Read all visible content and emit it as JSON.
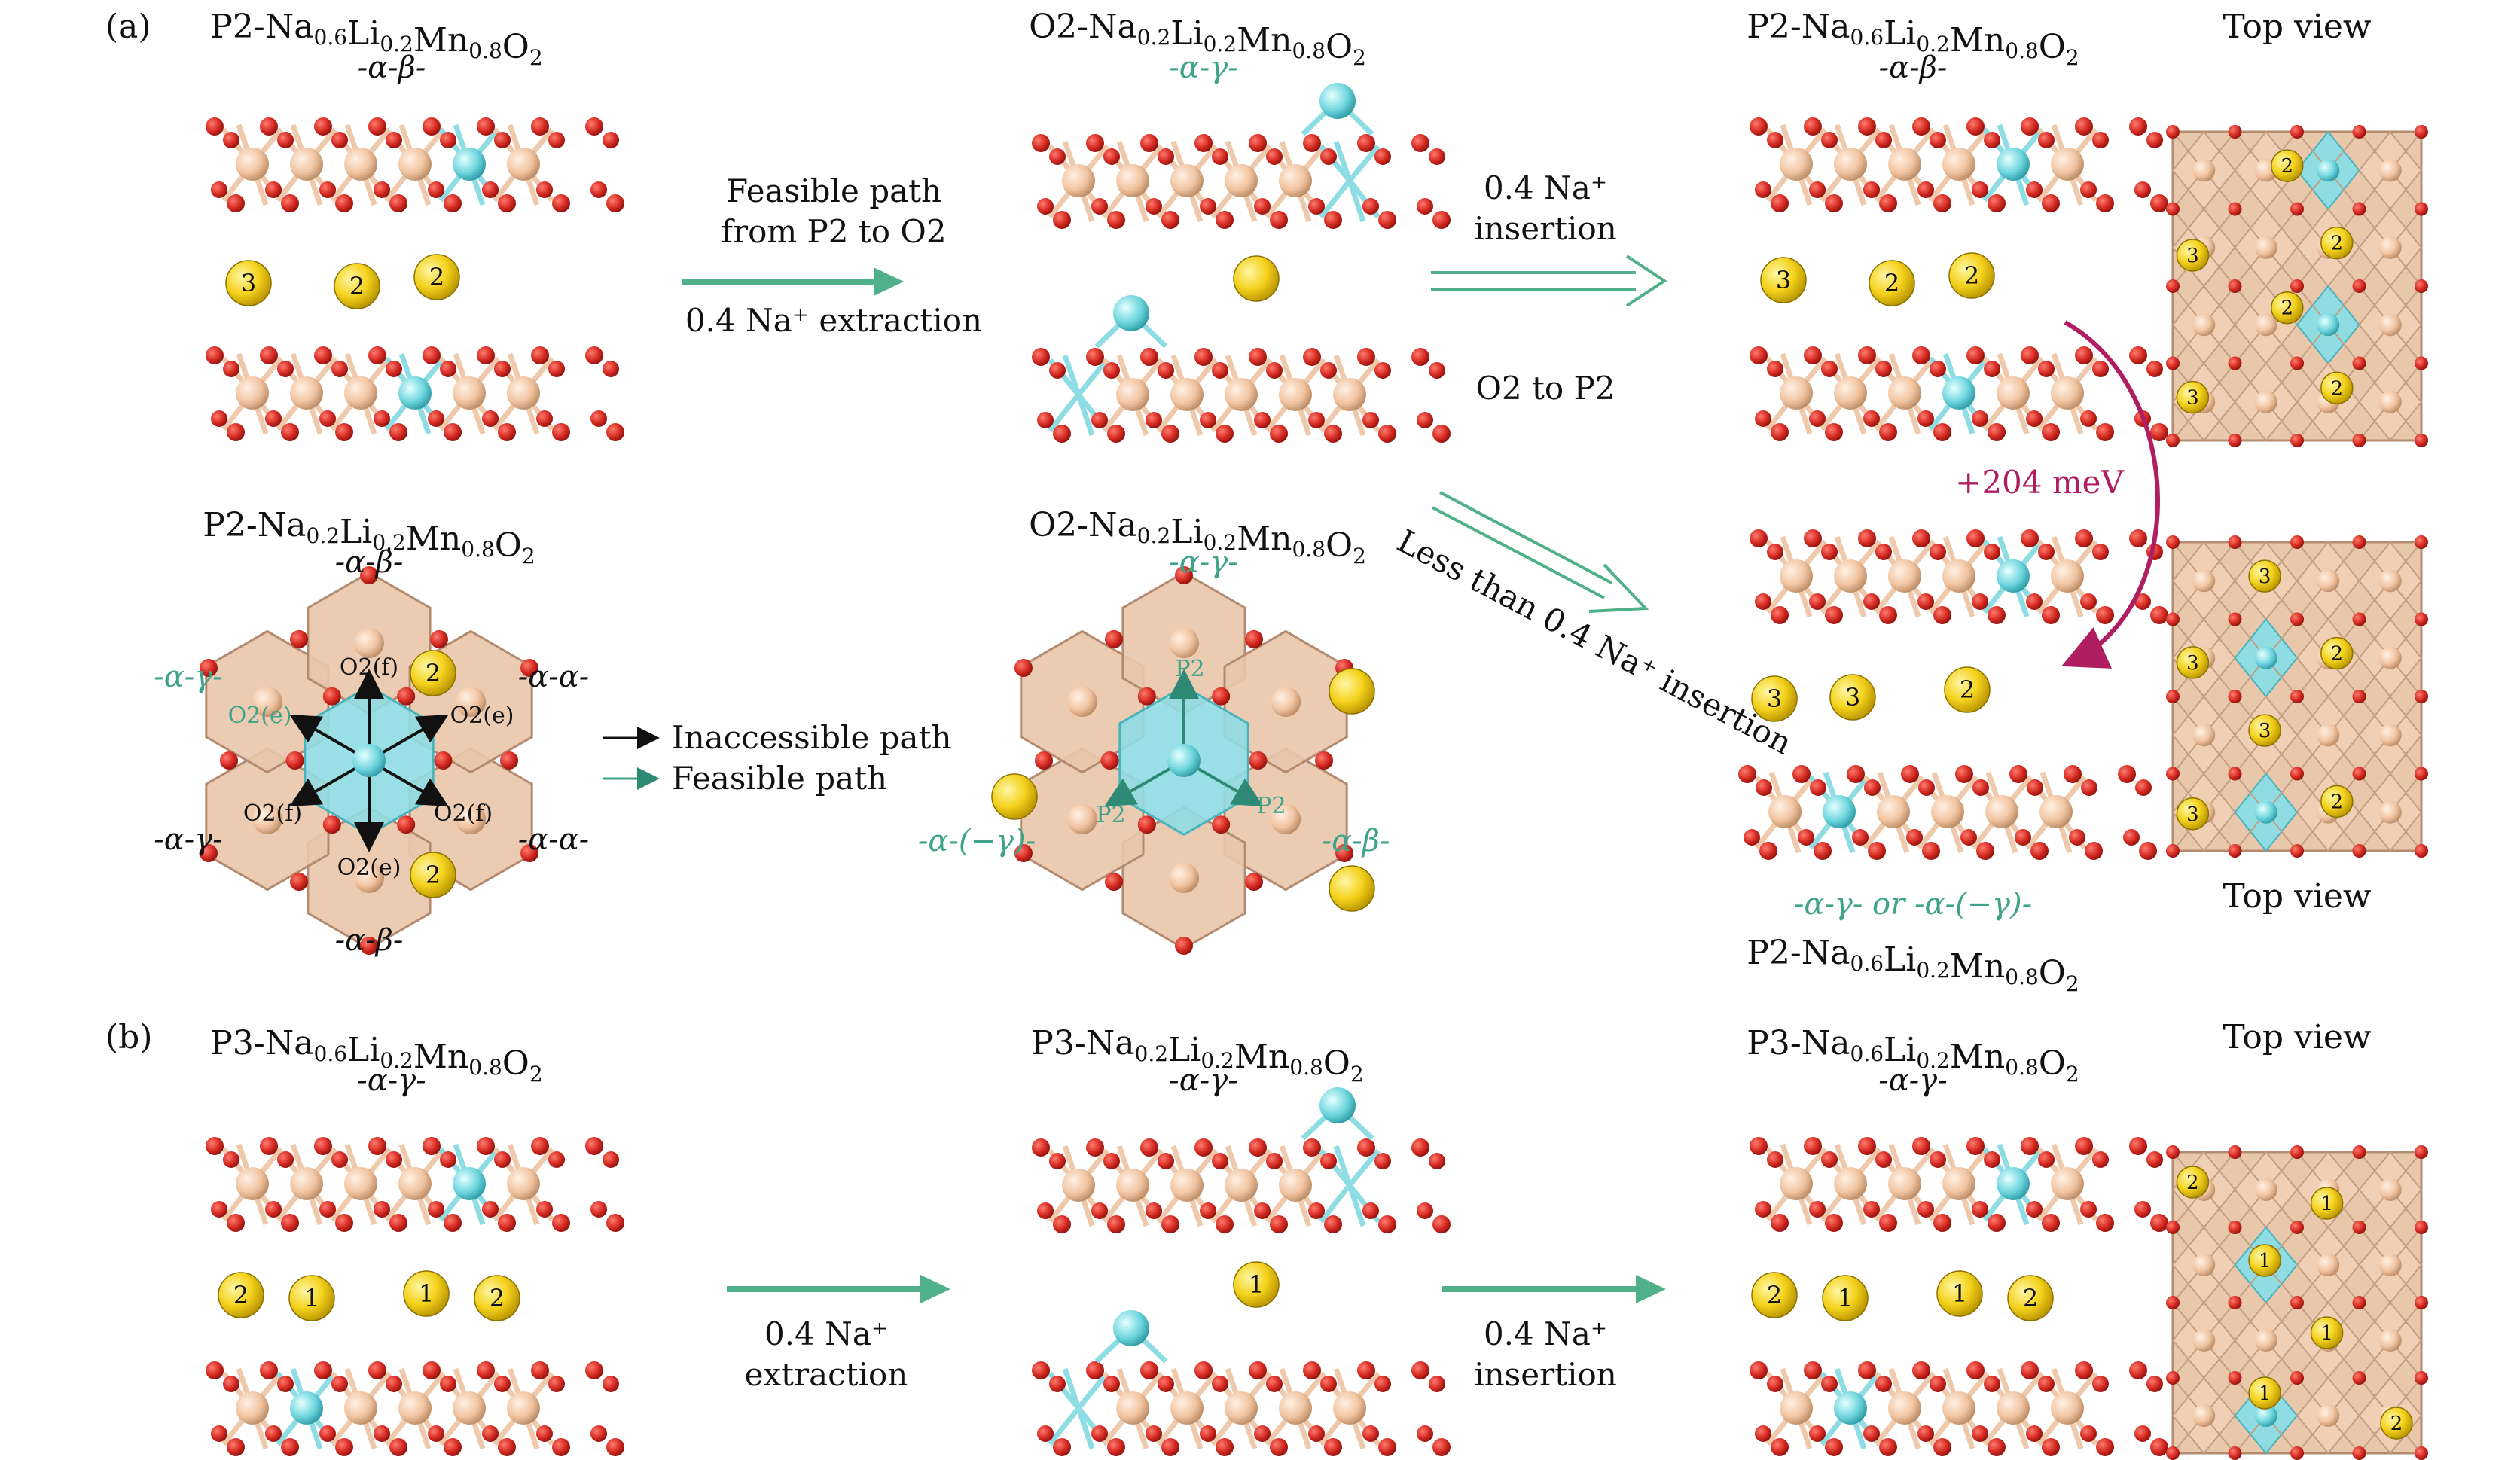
{
  "panels": {
    "a": "(a)",
    "b": "(b)"
  },
  "titles": {
    "a_left": {
      "base": "P2-Na",
      "s1": "0.6",
      "m1": "Li",
      "s2": "0.2",
      "m2": "Mn",
      "s3": "0.8",
      "m3": "O",
      "s4": "2"
    },
    "a_mid": {
      "base": "O2-Na",
      "s1": "0.2",
      "m1": "Li",
      "s2": "0.2",
      "m2": "Mn",
      "s3": "0.8",
      "m3": "O",
      "s4": "2"
    },
    "a_right": {
      "base": "P2-Na",
      "s1": "0.6",
      "m1": "Li",
      "s2": "0.2",
      "m2": "Mn",
      "s3": "0.8",
      "m3": "O",
      "s4": "2"
    },
    "a_left2": {
      "base": "P2-Na",
      "s1": "0.2",
      "m1": "Li",
      "s2": "0.2",
      "m2": "Mn",
      "s3": "0.8",
      "m3": "O",
      "s4": "2"
    },
    "a_mid2": {
      "base": "O2-Na",
      "s1": "0.2",
      "m1": "Li",
      "s2": "0.2",
      "m2": "Mn",
      "s3": "0.8",
      "m3": "O",
      "s4": "2"
    },
    "a_right2": {
      "base": "P2-Na",
      "s1": "0.6",
      "m1": "Li",
      "s2": "0.2",
      "m2": "Mn",
      "s3": "0.8",
      "m3": "O",
      "s4": "2"
    },
    "b_left": {
      "base": "P3-Na",
      "s1": "0.6",
      "m1": "Li",
      "s2": "0.2",
      "m2": "Mn",
      "s3": "0.8",
      "m3": "O",
      "s4": "2"
    },
    "b_mid": {
      "base": "P3-Na",
      "s1": "0.2",
      "m1": "Li",
      "s2": "0.2",
      "m2": "Mn",
      "s3": "0.8",
      "m3": "O",
      "s4": "2"
    },
    "b_right": {
      "base": "P3-Na",
      "s1": "0.6",
      "m1": "Li",
      "s2": "0.2",
      "m2": "Mn",
      "s3": "0.8",
      "m3": "O",
      "s4": "2"
    }
  },
  "stacking": {
    "ab": "-α-β-",
    "ag": "-α-γ-",
    "aa": "-α-α-",
    "amg": "-α-(−γ)-",
    "ag_or_amg": "-α-γ- or -α-(−γ)-"
  },
  "arrows": {
    "feasible_line1": "Feasible path",
    "feasible_line2": "from P2 to O2",
    "extraction_04": "0.4 Na⁺ extraction",
    "insertion_04_l1": "0.4 Na⁺",
    "insertion_04_l2": "insertion",
    "o2_to_p2": "O2 to P2",
    "less_than": "Less than 0.4 Na⁺ insertion",
    "energy": "+204 meV",
    "b_ext_l1": "0.4 Na⁺",
    "b_ext_l2": "extraction",
    "b_ins_l1": "0.4 Na⁺",
    "b_ins_l2": "insertion"
  },
  "legend": {
    "inaccessible": "Inaccessible path",
    "feasible": "Feasible path"
  },
  "sites": {
    "o2f": "O2(f)",
    "o2e": "O2(e)",
    "p2": "P2"
  },
  "top_view": "Top view",
  "na_labels": {
    "row1": [
      "3",
      "2",
      "2"
    ],
    "row2": [
      "3",
      "2",
      "2"
    ],
    "row3": [
      "3",
      "3",
      "2"
    ],
    "row4": [
      "2",
      "1",
      "1",
      "2"
    ],
    "mid_b": "1",
    "hex_left": [
      "2",
      "2"
    ]
  },
  "colors": {
    "oxygen": "#d42a22",
    "mn": "#f1c4a1",
    "li": "#6fd6de",
    "na": "#f4d21c",
    "teal": "#3fa389",
    "magenta": "#b01e62"
  }
}
